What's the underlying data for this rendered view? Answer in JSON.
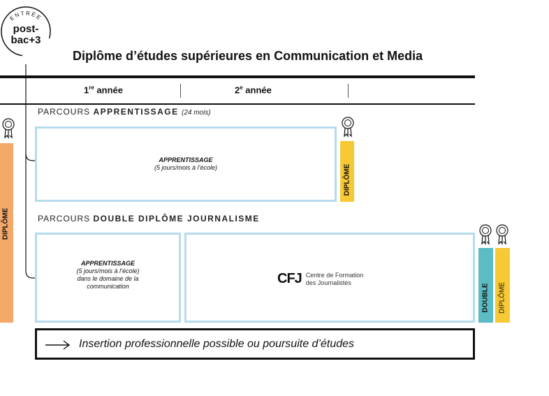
{
  "entry": {
    "arc_text": "ENTRÉE",
    "line1": "post-",
    "line2": "bac+3"
  },
  "title": "Diplôme d’études supérieures en Communication et Media",
  "years": [
    {
      "number": "1",
      "suffix": "re",
      "label": " année"
    },
    {
      "number": "2",
      "suffix": "e",
      "label": " année"
    }
  ],
  "parcours1": {
    "prefix": "PARCOURS ",
    "name": "APPRENTISSAGE",
    "note": "(24 mois)",
    "box": {
      "title": "APPRENTISSAGE",
      "subtitle": "(5 jours/mois à l’école)"
    },
    "diploma_label": "DIPLÔME"
  },
  "parcours2": {
    "prefix": "PARCOURS ",
    "name": "DOUBLE DIPLÔME JOURNALISME",
    "box_left": {
      "title": "APPRENTISSAGE",
      "lines": [
        "(5 jours/mois à l’école)",
        "dans le domaine de la",
        "communication"
      ]
    },
    "cfj": {
      "logo": "CFJ",
      "line1": "Centre de Formation",
      "line2": "des Journalistes"
    },
    "double_label": "DOUBLE",
    "diploma_label": "DIPLÔME"
  },
  "left_diploma_label": "DIPLÔME",
  "insertion": "Insertion professionnelle possible ou poursuite d’études",
  "colors": {
    "box_border": "#b6dbec",
    "orange": "#f4a96a",
    "yellow": "#f7c934",
    "teal": "#5bbcc4",
    "ink": "#111111"
  },
  "icons": [
    "rosette-icon",
    "arrow-right-icon"
  ]
}
